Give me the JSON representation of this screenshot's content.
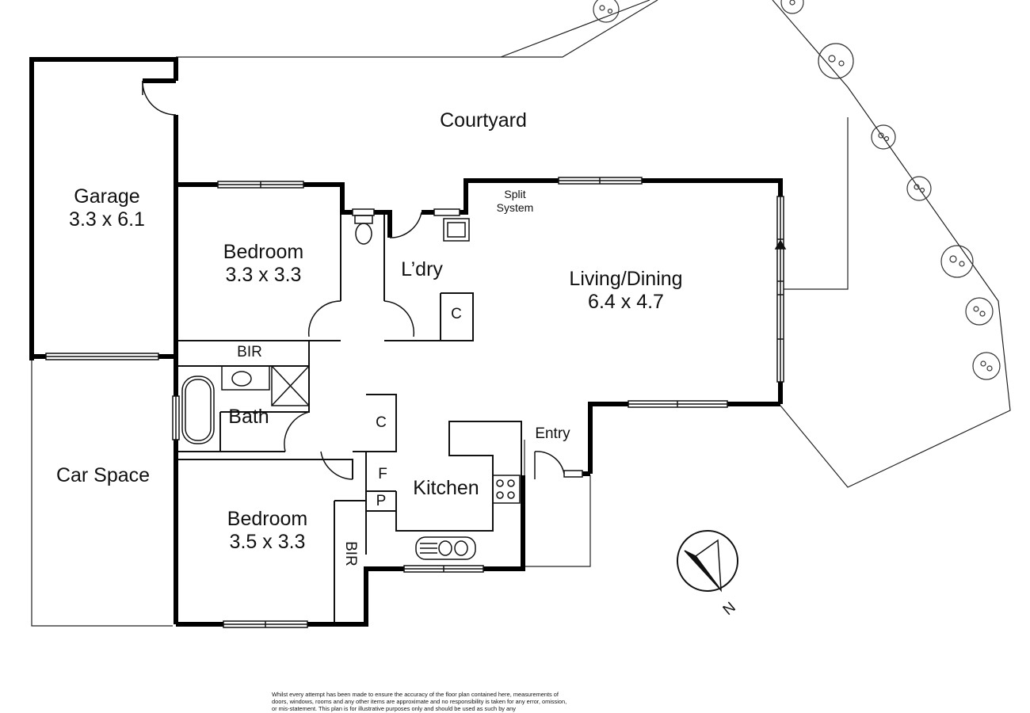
{
  "rooms": {
    "courtyard": "Courtyard",
    "garage": {
      "name": "Garage",
      "size": "3.3 x 6.1"
    },
    "bedroom1": {
      "name": "Bedroom",
      "size": "3.3 x 3.3"
    },
    "laundry": "L’dry",
    "split_system": {
      "line1": "Split",
      "line2": "System"
    },
    "living": {
      "name": "Living/Dining",
      "size": "6.4 x 4.7"
    },
    "cupboard1": "C",
    "bir1": "BIR",
    "bath": "Bath",
    "cupboard2": "C",
    "entry": "Entry",
    "car_space": "Car Space",
    "fridge": "F",
    "pantry": "P",
    "kitchen": "Kitchen",
    "bedroom2": {
      "name": "Bedroom",
      "size": "3.5 x 3.3"
    },
    "bir2": "BIR"
  },
  "compass": "N",
  "disclaimer": "Whilst every attempt has been made to ensure the accuracy of the floor plan contained here, measurements of doors, windows, rooms and any other items are approximate and no responsibility is taken for any error, omission, or mis-statement. This plan is for illustrative purposes only and should be used as such by any"
}
